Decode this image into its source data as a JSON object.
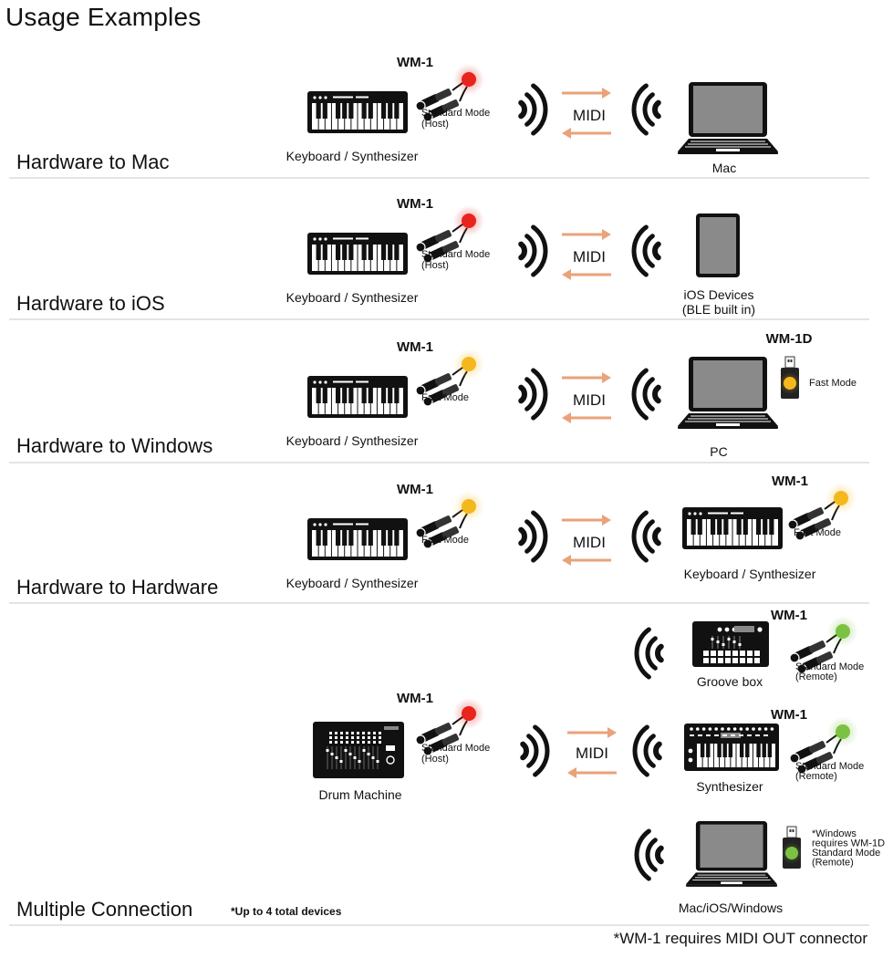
{
  "title": "Usage Examples",
  "footnote": "*WM-1 requires MIDI OUT connector",
  "colors": {
    "red": "#e8241c",
    "yellow": "#f5b81c",
    "green": "#7cc242",
    "arrow": "#e9a27a",
    "divider": "#c8c8c8",
    "screen": "#8a8a8a"
  },
  "sections": [
    {
      "title": "Hardware to Mac",
      "left": {
        "device": "keyboard",
        "label": "Keyboard / Synthesizer",
        "adapter": "WM-1",
        "mode": [
          "Standard Mode",
          "(Host)"
        ],
        "led": "red"
      },
      "link": "MIDI",
      "right": {
        "device": "laptop",
        "label": "Mac"
      }
    },
    {
      "title": "Hardware to iOS",
      "left": {
        "device": "keyboard",
        "label": "Keyboard / Synthesizer",
        "adapter": "WM-1",
        "mode": [
          "Standard Mode",
          "(Host)"
        ],
        "led": "red"
      },
      "link": "MIDI",
      "right": {
        "device": "tablet",
        "label": [
          "iOS Devices",
          "(BLE built in)"
        ]
      }
    },
    {
      "title": "Hardware to Windows",
      "left": {
        "device": "keyboard",
        "label": "Keyboard / Synthesizer",
        "adapter": "WM-1",
        "mode": [
          "Fast Mode"
        ],
        "led": "yellow"
      },
      "link": "MIDI",
      "right": {
        "device": "laptop",
        "label": "PC",
        "adapter": "WM-1D",
        "mode": [
          "Fast Mode"
        ],
        "led": "yellow"
      }
    },
    {
      "title": "Hardware to Hardware",
      "left": {
        "device": "keyboard",
        "label": "Keyboard / Synthesizer",
        "adapter": "WM-1",
        "mode": [
          "Fast Mode"
        ],
        "led": "yellow"
      },
      "link": "MIDI",
      "right": {
        "device": "keyboard",
        "label": "Keyboard / Synthesizer",
        "adapter": "WM-1",
        "mode": [
          "Fast Mode"
        ],
        "led": "yellow"
      }
    },
    {
      "title": "Multiple Connection",
      "note": "*Up to 4 total devices",
      "left": {
        "device": "drum-machine",
        "label": "Drum  Machine",
        "adapter": "WM-1",
        "mode": [
          "Standard Mode",
          "(Host)"
        ],
        "led": "red"
      },
      "link": "MIDI",
      "targets": [
        {
          "device": "groove-box",
          "label": "Groove box",
          "adapter": "WM-1",
          "mode": [
            "Standard Mode",
            "(Remote)"
          ],
          "led": "green"
        },
        {
          "device": "synthesizer",
          "label": "Synthesizer",
          "adapter": "WM-1",
          "mode": [
            "Standard Mode",
            "(Remote)"
          ],
          "led": "green"
        },
        {
          "device": "laptop",
          "label": "Mac/iOS/Windows",
          "mode": [
            "*Windows",
            "requires WM-1D",
            "Standard Mode",
            "(Remote)"
          ],
          "led": "green"
        }
      ]
    }
  ]
}
